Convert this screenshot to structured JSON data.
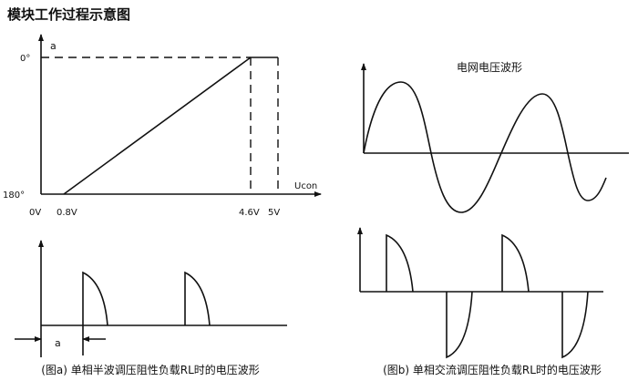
{
  "title": "模块工作过程示意图",
  "control_chart": {
    "y_axis_label": "a",
    "x_axis_label": "Ucon",
    "y_ticks": [
      "0°",
      "180°"
    ],
    "x_ticks": [
      "0V",
      "0.8V",
      "4.6V",
      "5V"
    ]
  },
  "half_wave": {
    "angle_label": "a",
    "caption": "(图a) 单相半波调压阻性负载RL时的电压波形"
  },
  "grid_wave": {
    "title": "电网电压波形"
  },
  "ac_wave": {
    "caption": "(图b) 单相交流调压阻性负载RL时的电压波形"
  }
}
